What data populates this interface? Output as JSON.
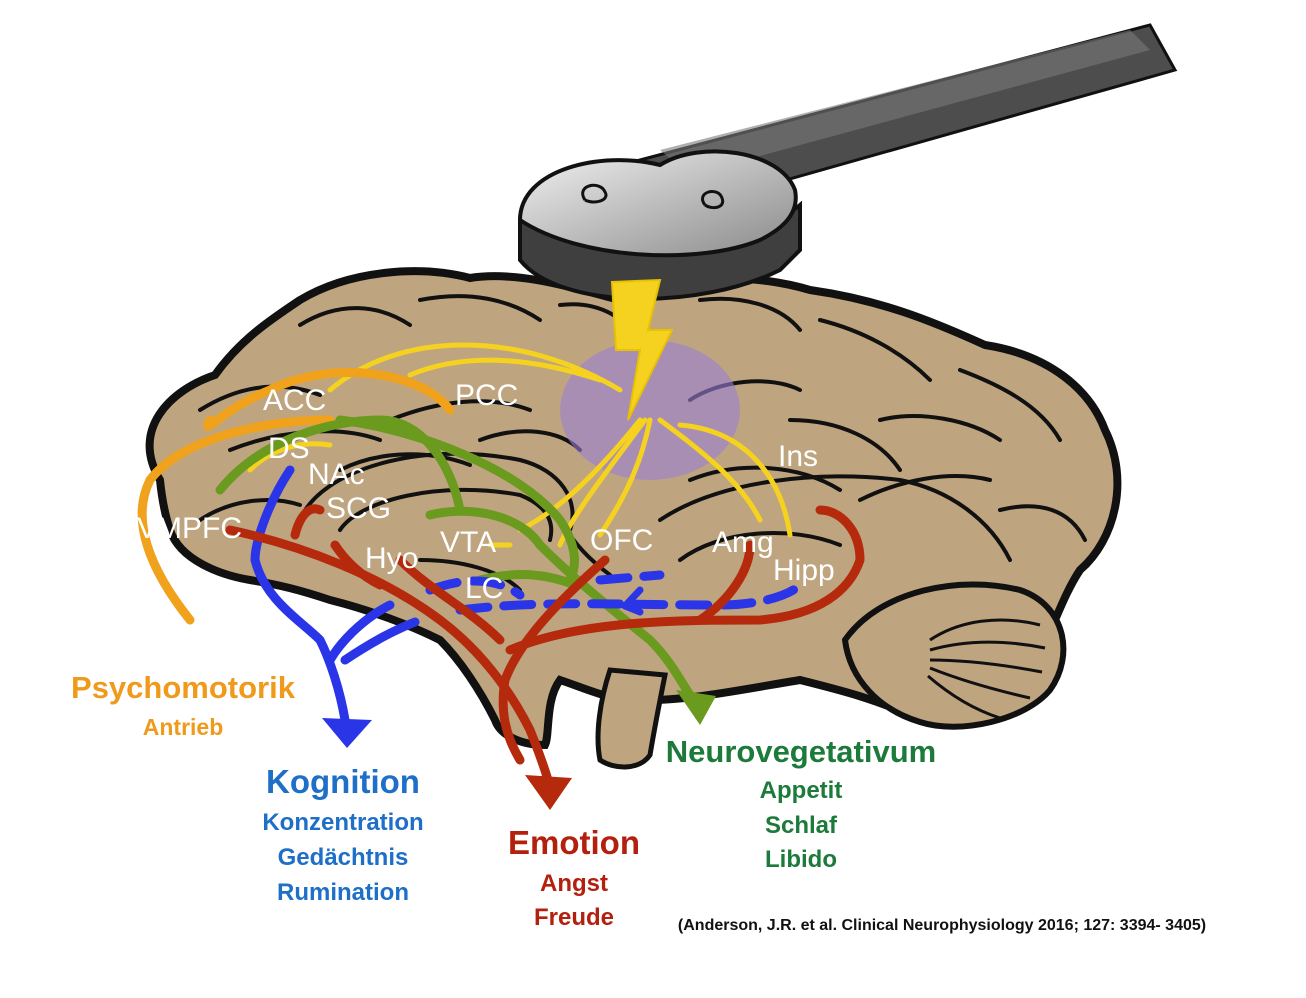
{
  "regions": {
    "acc": "ACC",
    "pcc": "PCC",
    "ds": "DS",
    "nac": "NAc",
    "scg": "SCG",
    "vmpfc": "VMPFC",
    "hyo": "Hyo",
    "vta": "VTA",
    "lc": "LC",
    "ofc": "OFC",
    "amg": "Amg",
    "hipp": "Hipp",
    "ins": "Ins"
  },
  "outputs": {
    "psychomotorik": {
      "title": "Psychomotorik",
      "items": [
        "Antrieb"
      ]
    },
    "kognition": {
      "title": "Kognition",
      "items": [
        "Konzentration",
        "Gedächtnis",
        "Rumination"
      ]
    },
    "emotion": {
      "title": "Emotion",
      "items": [
        "Angst",
        "Freude"
      ]
    },
    "neurovegetativum": {
      "title": "Neurovegetativum",
      "items": [
        "Appetit",
        "Schlaf",
        "Libido"
      ]
    }
  },
  "citation": "(Anderson, J.R. et al. Clinical Neurophysiology 2016; 127: 3394- 3405)",
  "colors": {
    "brain": "#bfa57f",
    "outline": "#111111",
    "yellow": "#f5d21f",
    "orange": "#f0a21c",
    "green": "#6a9a1e",
    "blue": "#2b35e8",
    "red": "#b52a0c",
    "stimulation_zone": "#9a7fd6",
    "coil": "#4d4d4d",
    "psychomotorik": "#f09a1c",
    "kognition": "#1e6fc8",
    "emotion": "#b3200e",
    "neurovegetativum": "#1c7a3a"
  },
  "icons": {
    "coil": "tms-coil-icon",
    "pulse": "lightning-bolt-icon"
  }
}
